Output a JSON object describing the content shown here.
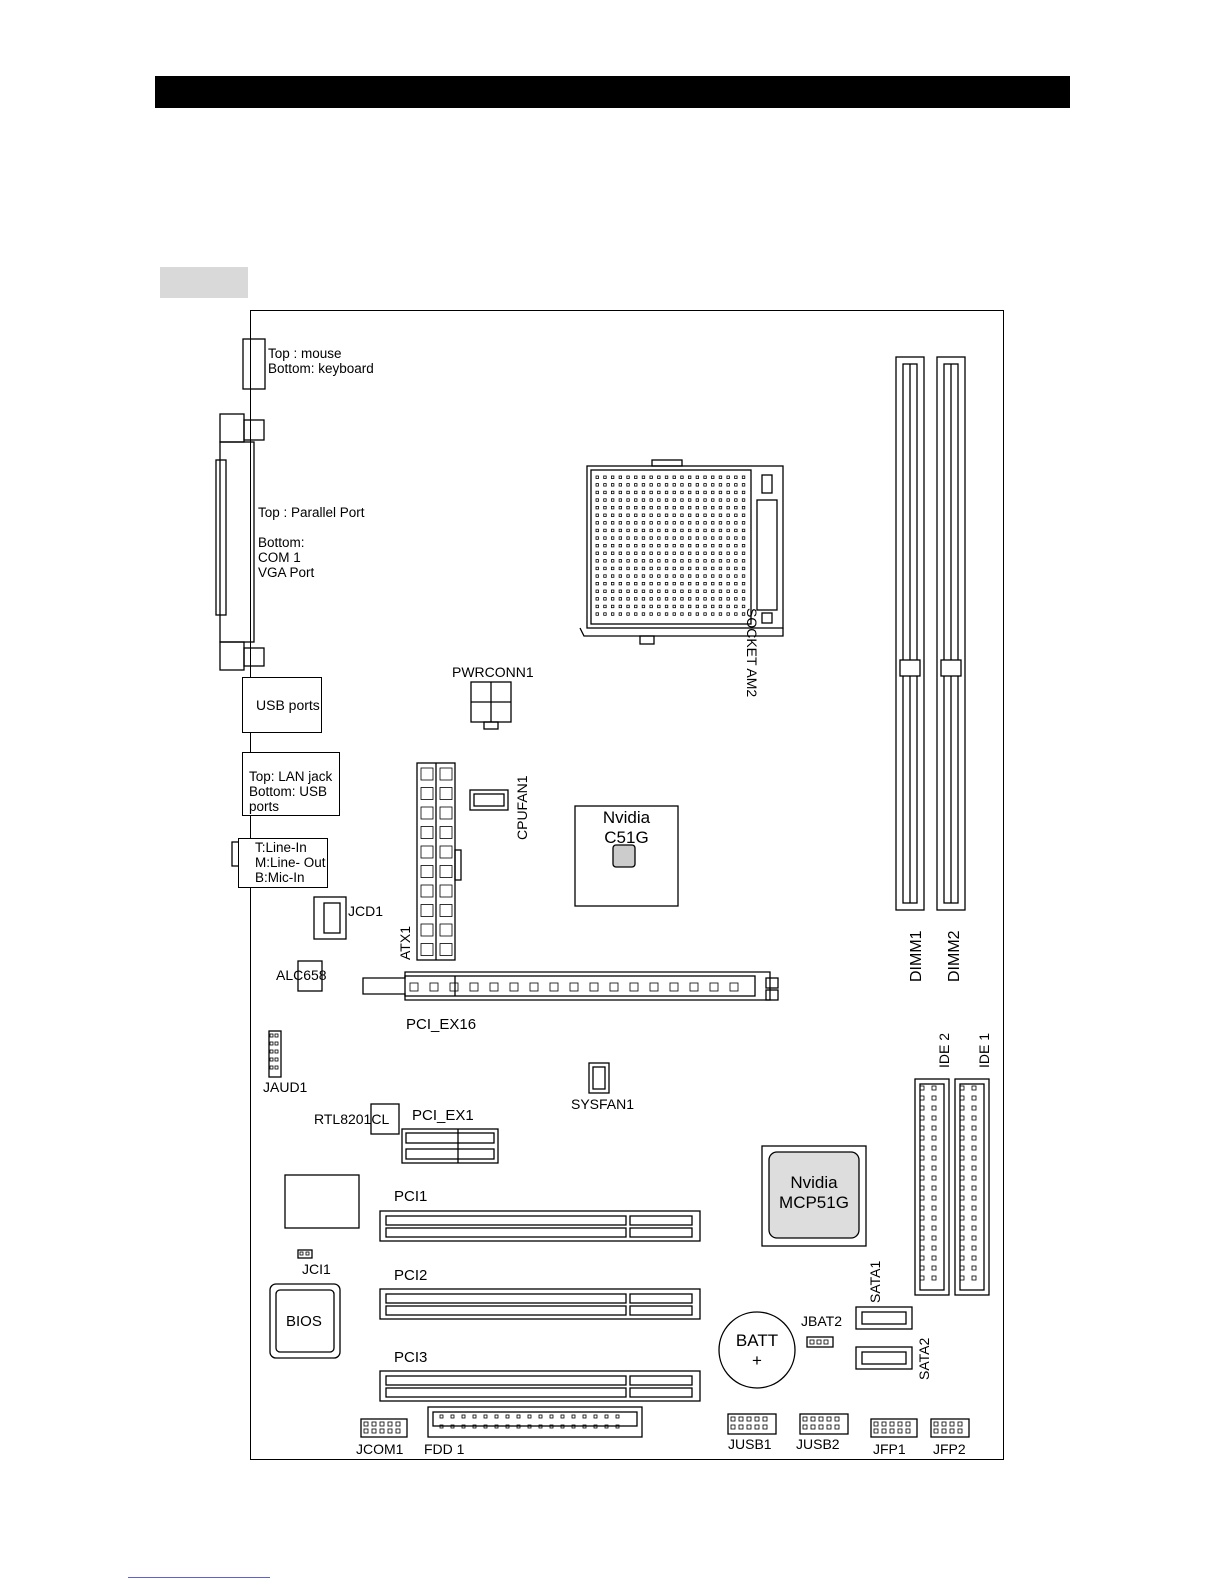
{
  "ports": {
    "ps2": [
      "Top : mouse",
      "Bottom: keyboard"
    ],
    "parallel": [
      "Top : Parallel Port",
      "",
      "Bottom:",
      "COM 1",
      "VGA Port"
    ],
    "usb": "USB ports",
    "lan": [
      "Top: LAN jack",
      "Bottom: USB ports"
    ],
    "audio": [
      "T:Line-In",
      "M:Line- Out",
      "B:Mic-In"
    ]
  },
  "components": {
    "pwrconn": "PWRCONN1",
    "socket": "SOCKET AM2",
    "cpufan": "CPUFAN1",
    "northbridge": [
      "Nvidia",
      "C51G"
    ],
    "southbridge": [
      "Nvidia",
      "MCP51G"
    ],
    "atx": "ATX1",
    "jcd": "JCD1",
    "alc": "ALC658",
    "pci_ex16": "PCI_EX16",
    "jaud": "JAUD1",
    "sysfan": "SYSFAN1",
    "rtl": "RTL8201CL",
    "pci_ex1": "PCI_EX1",
    "pci1": "PCI1",
    "pci2": "PCI2",
    "pci3": "PCI3",
    "jci": "JCI1",
    "bios": "BIOS",
    "batt": [
      "BATT",
      "+"
    ],
    "jbat": "JBAT2",
    "sata1": "SATA1",
    "sata2": "SATA2",
    "dimm1": "DIMM1",
    "dimm2": "DIMM2",
    "ide1": "IDE 1",
    "ide2": "IDE 2",
    "jcom": "JCOM1",
    "fdd": "FDD 1",
    "jusb1": "JUSB1",
    "jusb2": "JUSB2",
    "jfp1": "JFP1",
    "jfp2": "JFP2"
  }
}
